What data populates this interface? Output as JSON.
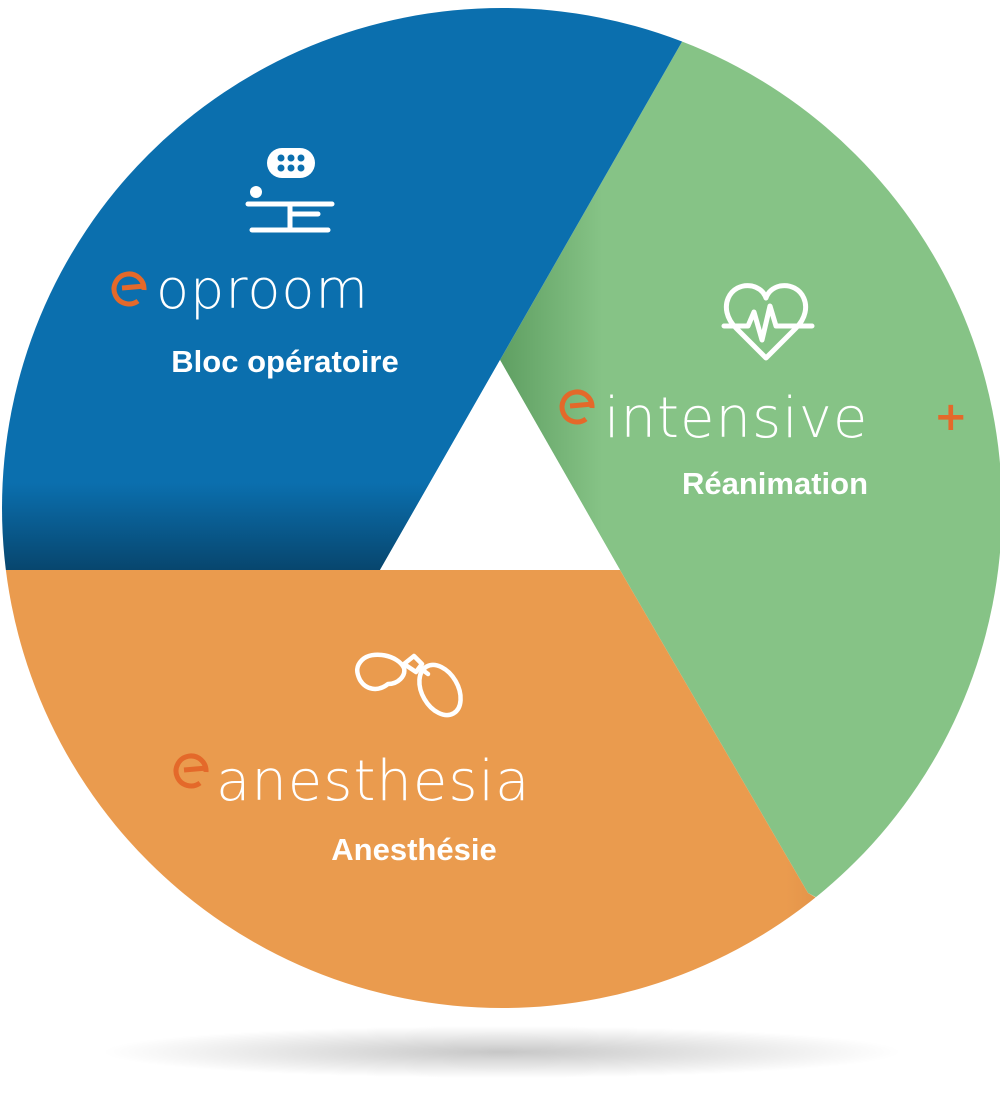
{
  "colors": {
    "blue": "#0b6fae",
    "green": "#86c386",
    "orange": "#ea9b4e",
    "accent": "#e4692a",
    "text": "#ffffff"
  },
  "segments": [
    {
      "id": "oproom",
      "brand": "oproom",
      "label": "Bloc opératoire",
      "icon": "operating-table-icon",
      "color": "blue"
    },
    {
      "id": "intensive",
      "brand": "intensive",
      "brand_suffix": "+",
      "label": "Réanimation",
      "icon": "heartbeat-icon",
      "color": "green"
    },
    {
      "id": "anesthesia",
      "brand": "anesthesia",
      "label": "Anesthésie",
      "icon": "resuscitator-bag-icon",
      "color": "orange"
    }
  ]
}
